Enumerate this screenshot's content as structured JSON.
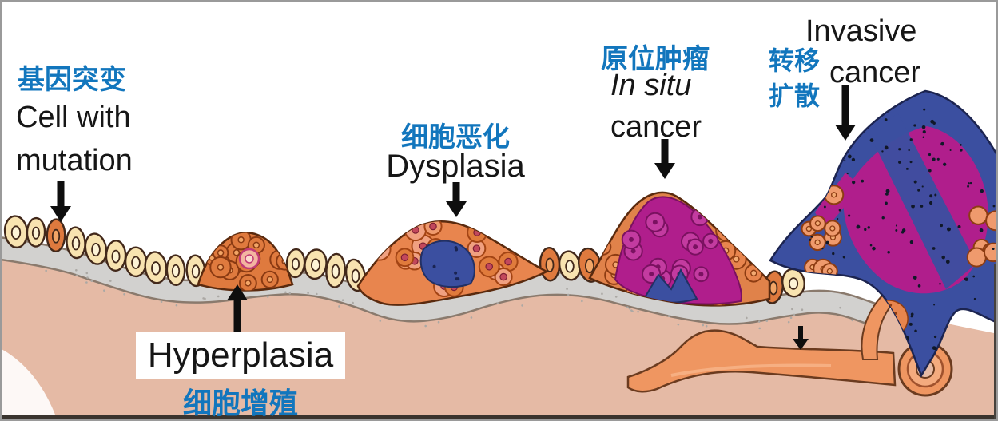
{
  "annotations": {
    "mutation": {
      "cn": "基因突变",
      "en1": "Cell with",
      "en2": "mutation"
    },
    "hyperplasia": {
      "en": "Hyperplasia",
      "cn": "细胞增殖"
    },
    "dysplasia": {
      "cn": "细胞恶化",
      "en": "Dysplasia"
    },
    "in_situ": {
      "cn": "原位肿瘤",
      "en1": "In situ",
      "en2": "cancer"
    },
    "invasive": {
      "cn1": "转移",
      "cn2": "扩散",
      "en1": "Invasive",
      "en2": "cancer"
    }
  },
  "colors": {
    "label_blue": "#1276bd",
    "text_black": "#161616",
    "tissue_salmon": "#e5baa5",
    "membrane_gray": "#d2d1cf",
    "membrane_edge": "#8a7a6d",
    "normal_cell_cream": "#f8e3b0",
    "cream_nucleus": "#fdf3d6",
    "cell_outline": "#42281a",
    "hyperplasia_orange": "#df7a3e",
    "orange_nucleus": "#f2a566",
    "dysplasia_orange": "#e8854e",
    "cancer_magenta": "#b01e8c",
    "invasive_blue": "#3b4fa0",
    "vessel_orange": "#ef9661",
    "arrow_black": "#0e0e0e"
  }
}
